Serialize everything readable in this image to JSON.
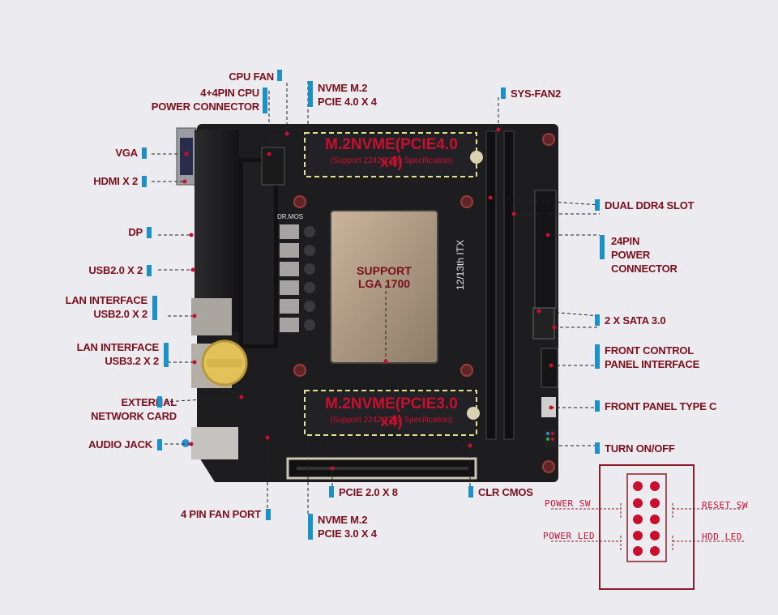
{
  "colors": {
    "label": "#7a0f1d",
    "tick": "#1e90c8",
    "accent": "#c8102e",
    "board": "#1d1d20"
  },
  "slots": {
    "m2_top_title": "M.2NVME(PCIE4.0 x4)",
    "m2_top_sub": "(Support 2242/2280 Specification)",
    "m2_bottom_title": "M.2NVME(PCIE3.0 x4)",
    "m2_bottom_sub": "(Support 2242/2280 Specification)",
    "cpu_support": "SUPPORT",
    "cpu_socket": "LGA 1700",
    "board_text": "12/13th ITX",
    "board_brand": "DR.MOS"
  },
  "labels": {
    "cpu_fan": "CPU FAN",
    "cpu_power_1": "4+4PIN CPU",
    "cpu_power_2": "POWER CONNECTOR",
    "vga": "VGA",
    "hdmi": "HDMI X 2",
    "dp": "DP",
    "usb20": "USB2.0 X 2",
    "lan_usb20_1": "LAN INTERFACE",
    "lan_usb20_2": "USB2.0 X 2",
    "lan_usb32_1": "LAN INTERFACE",
    "lan_usb32_2": "USB3.2 X 2",
    "ext_net_1": "EXTERNAL",
    "ext_net_2": "NETWORK CARD",
    "audio": "AUDIO JACK",
    "fan_port": "4 PIN FAN PORT",
    "nvme_top_1": "NVME M.2",
    "nvme_top_2": "PCIE 4.0 X 4",
    "nvme_bot_1": "NVME M.2",
    "nvme_bot_2": "PCIE 3.0 X 4",
    "pcie": "PCIE 2.0 X 8",
    "clr": "CLR CMOS",
    "sys_fan": "SYS-FAN2",
    "ddr4": "DUAL DDR4 SLOT",
    "atx_1": "24PIN",
    "atx_2": "POWER CONNECTOR",
    "sata": "2 X SATA 3.0",
    "front_panel_1": "FRONT CONTROL",
    "front_panel_2": "PANEL INTERFACE",
    "type_c": "FRONT PANEL TYPE C",
    "turn_on": "TURN ON/OFF"
  },
  "pin_header": {
    "power_sw": "POWER SW",
    "reset_sw": "RESET SW",
    "power_led": "POWER LED",
    "hdd_led": "HDD LED"
  }
}
